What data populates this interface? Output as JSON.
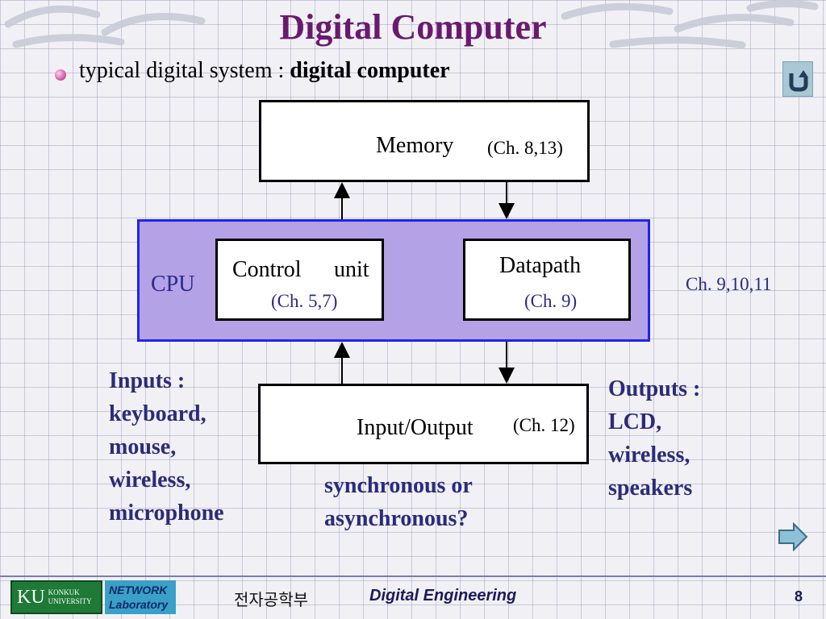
{
  "slide": {
    "title": "Digital Computer",
    "bullet_prefix": "typical digital system : ",
    "bullet_emphasis": "digital computer"
  },
  "diagram": {
    "memory": {
      "label": "Memory",
      "chapter": "(Ch. 8,13)"
    },
    "cpu": {
      "label": "CPU",
      "chapter": "Ch. 9,10,11"
    },
    "control_unit": {
      "label_1": "Control",
      "label_2": "unit",
      "chapter": "(Ch. 5,7)"
    },
    "datapath": {
      "label": "Datapath",
      "chapter": "(Ch. 9)"
    },
    "io": {
      "label": "Input/Output",
      "chapter": "(Ch. 12)"
    }
  },
  "notes": {
    "inputs": [
      "Inputs :",
      "keyboard,",
      "mouse,",
      "wireless,",
      "microphone"
    ],
    "outputs": [
      "Outputs :",
      "LCD,",
      "wireless,",
      "speakers"
    ],
    "question": [
      "synchronous or",
      "asynchronous?"
    ]
  },
  "footer": {
    "ku_logo": "KU",
    "ku_name_1": "KONKUK",
    "ku_name_2": "UNIVERSITY",
    "lab_1": "NETWORK",
    "lab_2": "Laboratory",
    "department": "전자공학부",
    "course": "Digital Engineering",
    "page": "8"
  },
  "colors": {
    "title": "#6a1a6e",
    "cpu_fill": "#b4a2e6",
    "cpu_border": "#2222ee",
    "note_text": "#2b2b7a"
  },
  "icons": {
    "return": "return-arrow-icon",
    "next": "next-arrow-icon",
    "bullet": "bullet-dot-icon"
  }
}
